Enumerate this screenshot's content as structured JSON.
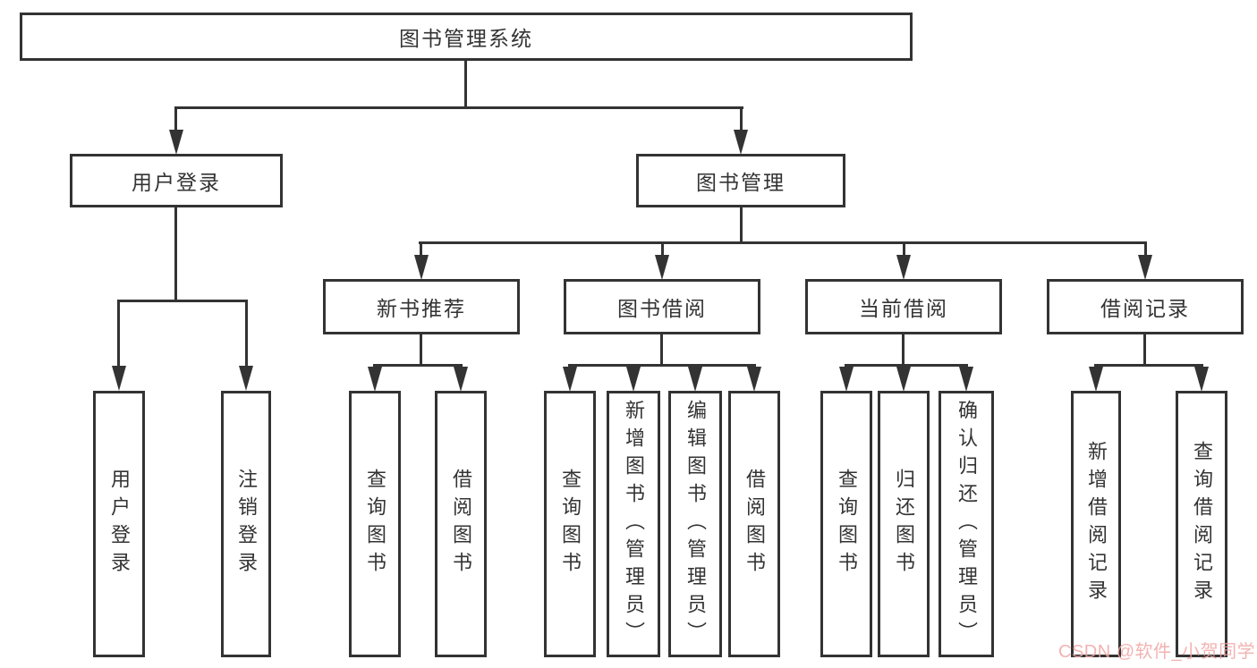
{
  "tree": {
    "root": "图书管理系统",
    "branches": [
      {
        "label": "用户登录",
        "children": [
          "用户登录",
          "注销登录"
        ]
      },
      {
        "label": "图书管理",
        "children": [
          {
            "label": "新书推荐",
            "children": [
              "查询图书",
              "借阅图书"
            ]
          },
          {
            "label": "图书借阅",
            "children": [
              "查询图书",
              "新增图书（管理员）",
              "编辑图书（管理员）",
              "借阅图书"
            ]
          },
          {
            "label": "当前借阅",
            "children": [
              "查询图书",
              "归还图书",
              "确认归还（管理员）"
            ]
          },
          {
            "label": "借阅记录",
            "children": [
              "新增借阅记录",
              "查询借阅记录"
            ]
          }
        ]
      }
    ]
  },
  "watermark": {
    "text": "CSDN @软件_小贺同学",
    "color": "#f0a6a4"
  },
  "colors": {
    "line": "#333333",
    "text": "#333333",
    "background": "#ffffff"
  }
}
